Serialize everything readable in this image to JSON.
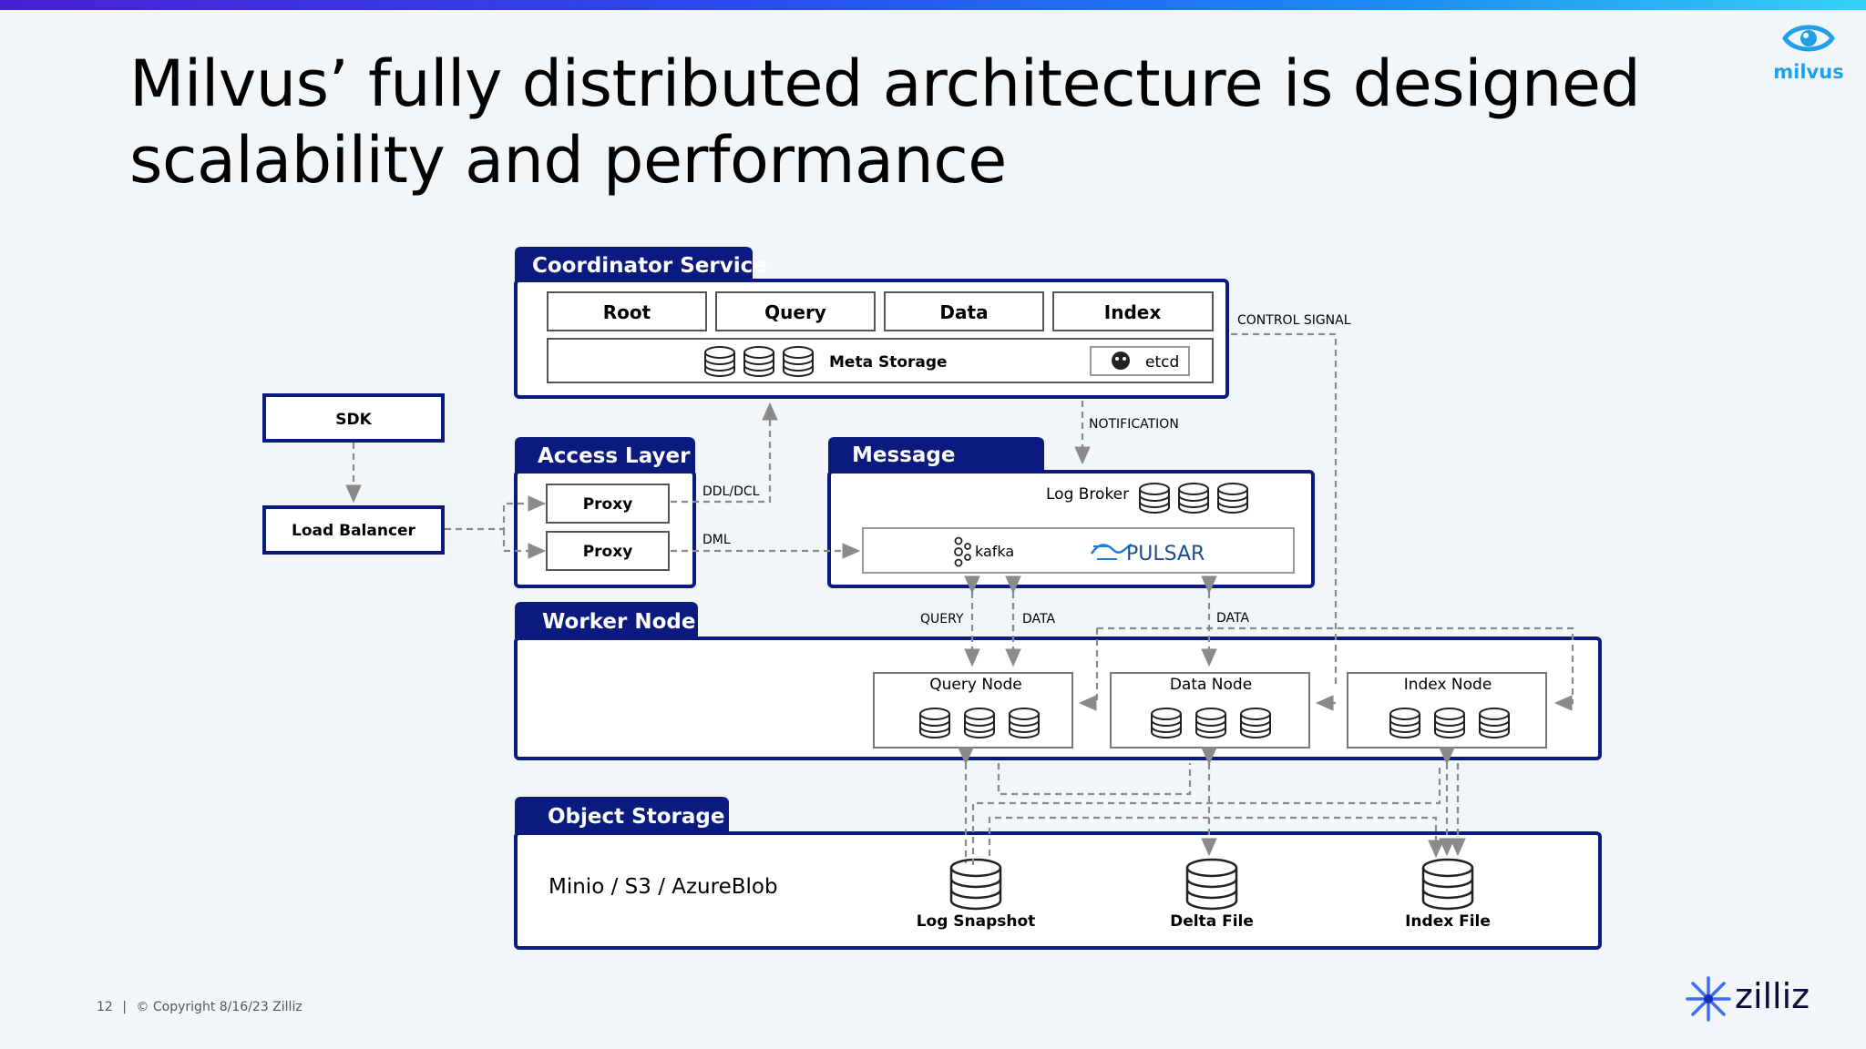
{
  "title_lines": [
    "Milvus’ fully distributed architecture is designed",
    "scalability and performance"
  ],
  "logo_top": {
    "icon": "milvus-eye-icon",
    "text": "milvus"
  },
  "colors": {
    "accent_navy": "#0a1a7e",
    "logo_blue": "#1fa0e8",
    "gradient_start": "#4a1fd6",
    "gradient_end": "#34d2f5"
  },
  "coordinator": {
    "title": "Coordinator Service",
    "roles": [
      "Root",
      "Query",
      "Data",
      "Index"
    ],
    "meta_storage": "Meta Storage",
    "etcd": "etcd"
  },
  "sdk": "SDK",
  "load_balancer": "Load Balancer",
  "access_layer": {
    "title": "Access Layer",
    "proxies": [
      "Proxy",
      "Proxy"
    ]
  },
  "message": {
    "title": "Message",
    "log_broker": "Log Broker",
    "kafka": "kafka",
    "pulsar": "PULSAR"
  },
  "worker": {
    "title": "Worker Node",
    "nodes": [
      "Query Node",
      "Data Node",
      "Index Node"
    ]
  },
  "object_storage": {
    "title": "Object Storage",
    "backends": "Minio / S3 / AzureBlob",
    "files": [
      "Log Snapshot",
      "Delta File",
      "Index File"
    ]
  },
  "edge_labels": {
    "control_signal": "CONTROL SIGNAL",
    "notification": "NOTIFICATION",
    "ddl": "DDL/DCL",
    "dml": "DML",
    "query": "QUERY",
    "data1": "DATA",
    "data2": "DATA"
  },
  "footer": {
    "page": "12",
    "separator": "|",
    "copyright": "© Copyright  8/16/23  Zilliz"
  },
  "logo_bottom": {
    "icon": "zilliz-star-icon",
    "text": "zilliz"
  }
}
